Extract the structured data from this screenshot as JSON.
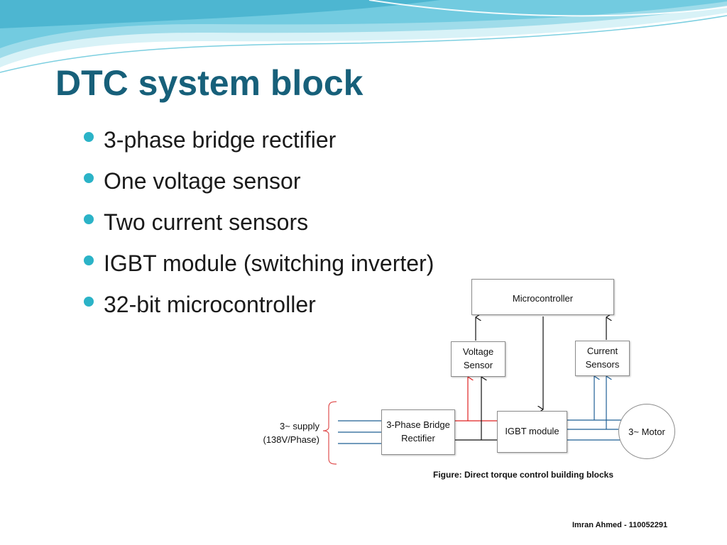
{
  "slide": {
    "title": "DTC system block",
    "bullets": [
      "3-phase bridge rectifier",
      "One voltage sensor",
      "Two current sensors",
      "IGBT module (switching inverter)",
      "32-bit microcontroller"
    ],
    "footer": "Imran Ahmed - 110052291"
  },
  "diagram": {
    "microcontroller": "Microcontroller",
    "voltage_sensor_line1": "Voltage",
    "voltage_sensor_line2": "Sensor",
    "current_sensors_line1": "Current",
    "current_sensors_line2": "Sensors",
    "rectifier_line1": "3-Phase Bridge",
    "rectifier_line2": "Rectifier",
    "igbt": "IGBT module",
    "motor": "3~ Motor",
    "supply_line1": "3~ supply",
    "supply_line2": "(138V/Phase)",
    "caption": "Figure: Direct torque control building blocks"
  },
  "colors": {
    "title": "#17607a",
    "bullet": "#2bb3c7",
    "wave_light": "#bfe9f2",
    "wave_mid": "#63c6dc",
    "phase_lines": "#1f5f95",
    "dc_positive": "#e02020",
    "dc_negative": "#111111",
    "brace": "#e05050"
  }
}
